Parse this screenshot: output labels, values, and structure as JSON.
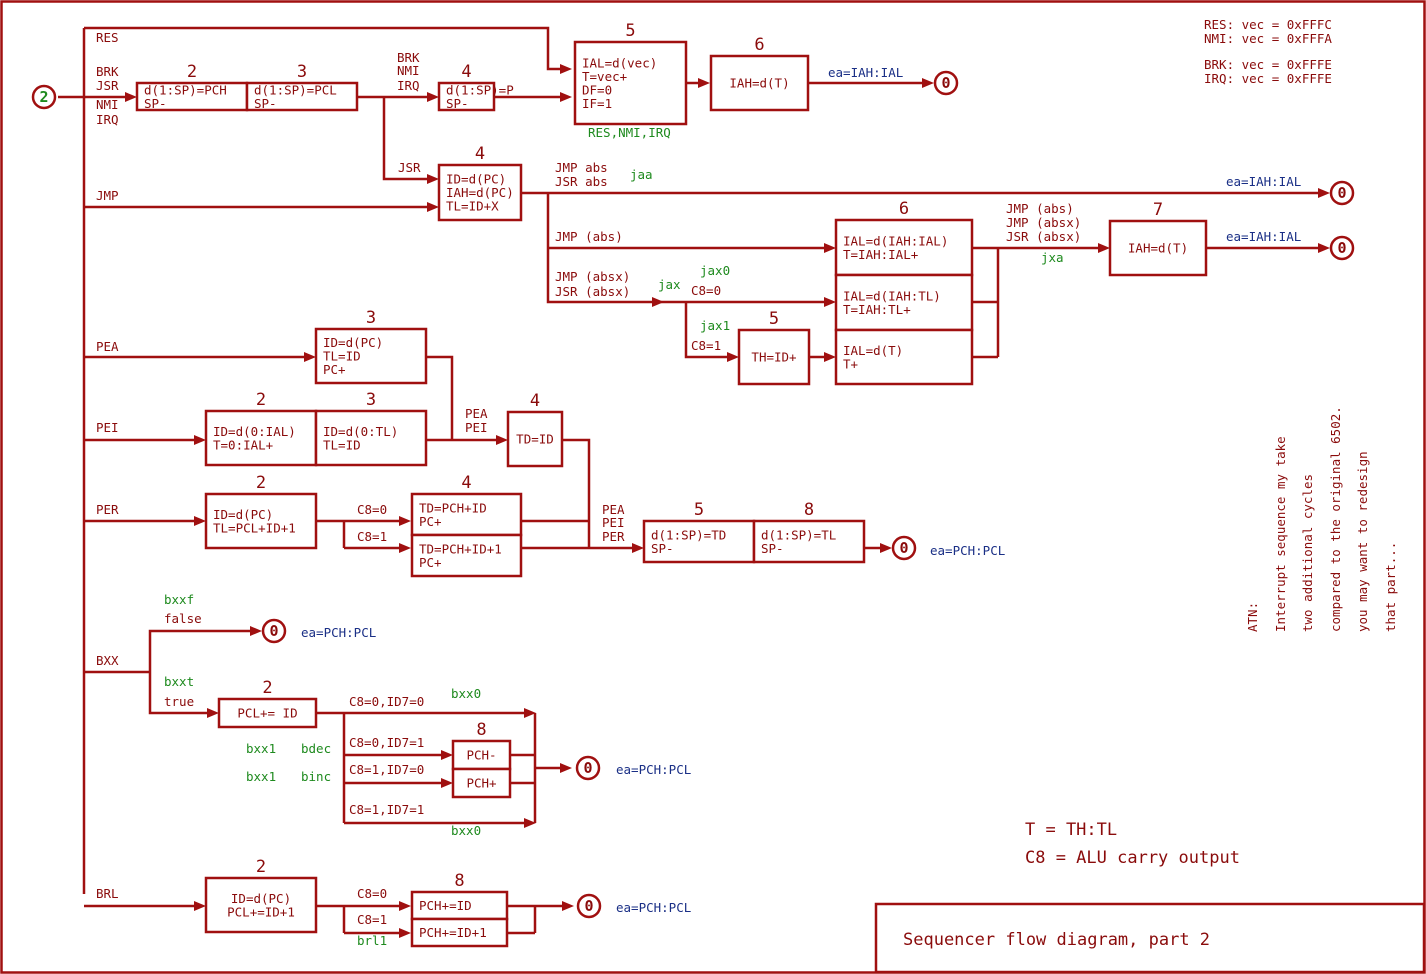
{
  "title": "Sequencer flow diagram, part 2",
  "start_label": "2",
  "end_label": "0",
  "vectors": [
    "RES: vec = 0xFFFC",
    "NMI: vec = 0xFFFA",
    "BRK: vec = 0xFFFE",
    "IRQ: vec = 0xFFFE"
  ],
  "legend": [
    "T = TH:TL",
    "C8 = ALU carry output"
  ],
  "note": [
    "ATN:",
    "Interrupt sequence my take",
    "two additional cycles",
    "compared to the original 6502.",
    "you may want to redesign",
    "that part..."
  ],
  "colors": {
    "line": "#a01010",
    "text": "#8a0b0b",
    "state": "#1e8a1e",
    "ea": "#1a2f86"
  },
  "boxes": {
    "b1": {
      "n": "2",
      "l": [
        "d(1:SP)=PCH",
        "SP-"
      ]
    },
    "b2": {
      "n": "3",
      "l": [
        "d(1:SP)=PCL",
        "SP-"
      ]
    },
    "b3": {
      "n": "4",
      "l": [
        "d(1:SP)=P",
        "SP-"
      ]
    },
    "b4": {
      "n": "5",
      "l": [
        "IAL=d(vec)",
        "T=vec+",
        "DF=0",
        "IF=1"
      ]
    },
    "b5": {
      "n": "6",
      "l": [
        "IAH=d(T)"
      ]
    },
    "b6": {
      "n": "4",
      "l": [
        "ID=d(PC)",
        "IAH=d(PC)",
        "TL=ID+X"
      ]
    },
    "b7": {
      "n": "6",
      "l": [
        "IAL=d(IAH:IAL)",
        "T=IAH:IAL+"
      ]
    },
    "b8": {
      "n": "",
      "l": [
        "IAL=d(IAH:TL)",
        "T=IAH:TL+"
      ]
    },
    "b9": {
      "n": "",
      "l": [
        "IAL=d(T)",
        "T+"
      ]
    },
    "b10": {
      "n": "5",
      "l": [
        "TH=ID+"
      ]
    },
    "b11": {
      "n": "7",
      "l": [
        "IAH=d(T)"
      ]
    },
    "b12": {
      "n": "3",
      "l": [
        "ID=d(PC)",
        "TL=ID",
        "PC+"
      ]
    },
    "b13": {
      "n": "2",
      "l": [
        "ID=d(0:IAL)",
        "T=0:IAL+"
      ]
    },
    "b14": {
      "n": "3",
      "l": [
        "ID=d(0:TL)",
        "TL=ID"
      ]
    },
    "b15": {
      "n": "4",
      "l": [
        "TD=ID"
      ]
    },
    "b16": {
      "n": "2",
      "l": [
        "ID=d(PC)",
        "TL=PCL+ID+1"
      ]
    },
    "b17": {
      "n": "4",
      "l": [
        "TD=PCH+ID",
        "PC+"
      ]
    },
    "b18": {
      "n": "",
      "l": [
        "TD=PCH+ID+1",
        "PC+"
      ]
    },
    "b19": {
      "n": "5",
      "l": [
        "d(1:SP)=TD",
        "SP-"
      ]
    },
    "b20": {
      "n": "8",
      "l": [
        "d(1:SP)=TL",
        "SP-"
      ]
    },
    "b21": {
      "n": "2",
      "l": [
        "PCL+= ID"
      ]
    },
    "b22": {
      "n": "8",
      "l": [
        "PCH-"
      ]
    },
    "b23": {
      "n": "",
      "l": [
        "PCH+"
      ]
    },
    "b24": {
      "n": "2",
      "l": [
        "ID=d(PC)",
        "PCL+=ID+1"
      ]
    },
    "b25": {
      "n": "8",
      "l": [
        "PCH+=ID"
      ]
    },
    "b26": {
      "n": "",
      "l": [
        "PCH+=ID+1"
      ]
    }
  },
  "labels": {
    "res": "RES",
    "brk": "BRK",
    "jsr": "JSR",
    "nmi": "NMI",
    "irq": "IRQ",
    "brk2": "BRK",
    "nmi2": "NMI",
    "irq2": "IRQ",
    "jsr2": "JSR",
    "jmp": "JMP",
    "jmp_abs": "JMP abs",
    "jsr_abs": "JSR abs",
    "jmp_absp": "JMP (abs)",
    "jmp_absx": "JMP (absx)",
    "jsr_absx": "JSR (absx)",
    "jmp_absp2": "JMP (abs)",
    "jmp_absx2": "JMP (absx)",
    "jsr_absx2": "JSR (absx)",
    "c8_0a": "C8=0",
    "c8_1a": "C8=1",
    "pea": "PEA",
    "pei": "PEI",
    "per": "PER",
    "pea2": "PEA",
    "pei2": "PEI",
    "pea3": "PEA",
    "pei3": "PEI",
    "per3": "PER",
    "c8_0b": "C8=0",
    "c8_1b": "C8=1",
    "bxx": "BXX",
    "false": "false",
    "true": "true",
    "c80id70": "C8=0,ID7=0",
    "c80id71": "C8=0,ID7=1",
    "c81id70": "C8=1,ID7=0",
    "c81id71": "C8=1,ID7=1",
    "brl": "BRL",
    "c8_0c": "C8=0",
    "c8_1c": "C8=1"
  },
  "states": {
    "res_nmi_irq": "RES,NMI,IRQ",
    "jaa": "jaa",
    "jax": "jax",
    "jax0": "jax0",
    "jax1": "jax1",
    "jxa": "jxa",
    "bxxf": "bxxf",
    "bxxt": "bxxt",
    "bxx0a": "bxx0",
    "bxx1a": "bxx1",
    "bdec": "bdec",
    "bxx1b": "bxx1",
    "binc": "binc",
    "bxx0b": "bxx0",
    "brl1": "brl1"
  },
  "ea": {
    "e1": "ea=IAH:IAL",
    "e2": "ea=IAH:IAL",
    "e3": "ea=IAH:IAL",
    "e4": "ea=PCH:PCL",
    "e5": "ea=PCH:PCL",
    "e6": "ea=PCH:PCL",
    "e7": "ea=PCH:PCL"
  }
}
